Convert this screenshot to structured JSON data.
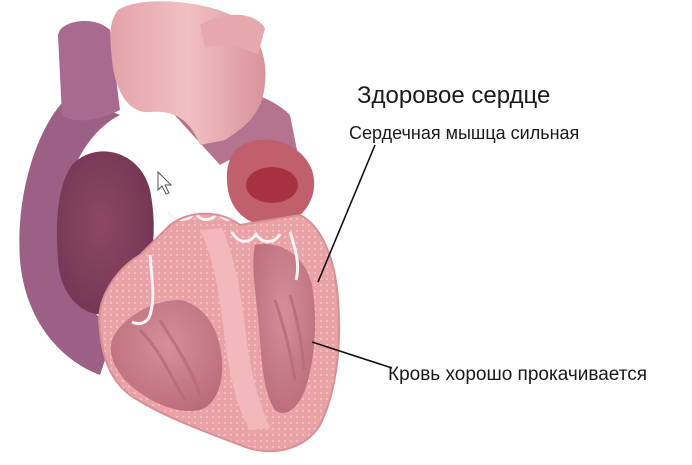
{
  "diagram": {
    "title": "Здоровое сердце",
    "annotations": {
      "muscle": "Сердечная мышца сильная",
      "blood": "Кровь хорошо прокачивается"
    }
  },
  "colors": {
    "myocardium": "#e9a2a6",
    "myocardium_texture": "#f2c1c4",
    "chamber_inner": "#c97a86",
    "right_heart_purple": "#9c5f86",
    "aorta": "#edb0b3",
    "pulmonary_artery": "#b4738e",
    "valve": "#f7f3f5",
    "leader_line": "#111111"
  }
}
